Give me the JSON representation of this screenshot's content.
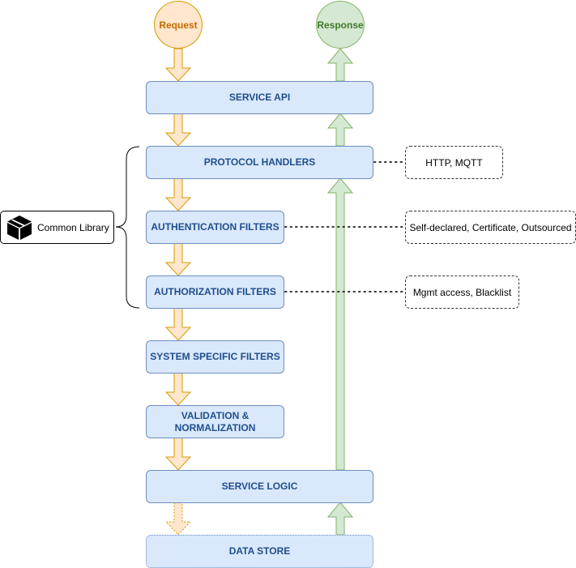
{
  "request_label": "Request",
  "response_label": "Response",
  "layers": {
    "service_api": "SERVICE API",
    "protocol_handlers": "PROTOCOL HANDLERS",
    "authentication_filters": "AUTHENTICATION FILTERS",
    "authorization_filters": "AUTHORIZATION FILTERS",
    "system_specific_filters": "SYSTEM SPECIFIC FILTERS",
    "validation_line1": "VALIDATION &",
    "validation_line2": "NORMALIZATION",
    "service_logic": "SERVICE LOGIC",
    "data_store": "DATA STORE"
  },
  "notes": {
    "protocols": "HTTP, MQTT",
    "authentication": "Self-declared, Certificate, Outsourced",
    "authorization": "Mgmt access, Blacklist"
  },
  "common_library": {
    "label": "Common Library",
    "icon": "package-icon"
  },
  "colors": {
    "request_fill": "#ffe6cc",
    "request_stroke": "#d79b00",
    "response_fill": "#d5e8d4",
    "response_stroke": "#82b366",
    "layer_fill": "#dae8fc",
    "layer_stroke": "#6c8ebf"
  }
}
